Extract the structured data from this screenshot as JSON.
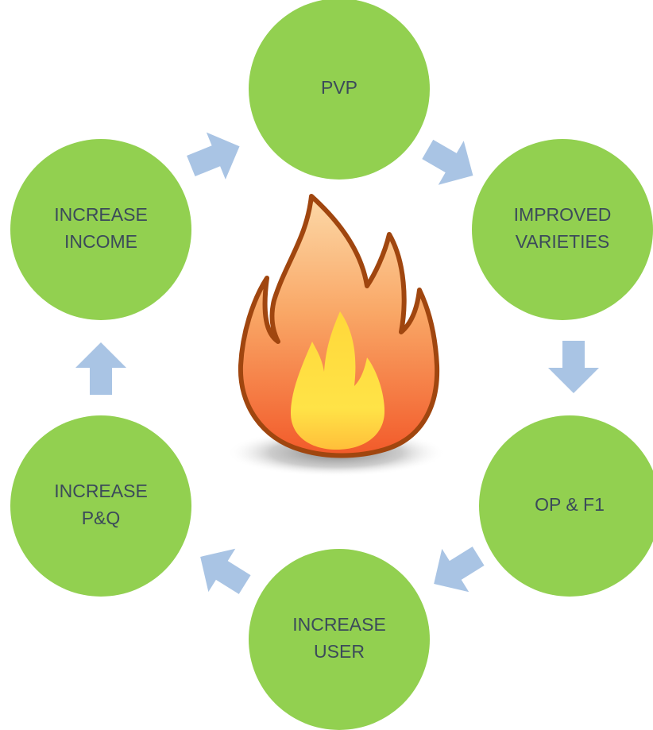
{
  "colors": {
    "node_fill": "#92d050",
    "node_text": "#3b4a5a",
    "arrow_fill": "#a9c4e4",
    "flame_outline": "#a0460f",
    "flame_outer": "#f7a75c",
    "flame_inner": "#ffe23a",
    "background": "#ffffff"
  },
  "center_icon": "fire-icon",
  "nodes": [
    {
      "id": "pvp",
      "lines": [
        "PVP",
        ""
      ]
    },
    {
      "id": "improved-varieties",
      "lines": [
        "IMPROVED",
        "VARIETIES"
      ]
    },
    {
      "id": "op-f1",
      "lines": [
        "OP & F1",
        ""
      ]
    },
    {
      "id": "increase-user",
      "lines": [
        "INCREASE",
        "USER"
      ]
    },
    {
      "id": "increase-pq",
      "lines": [
        "INCREASE",
        "P&Q"
      ]
    },
    {
      "id": "increase-income",
      "lines": [
        "INCREASE",
        "INCOME"
      ]
    }
  ],
  "arrow_icon": "cycle-arrow-icon"
}
